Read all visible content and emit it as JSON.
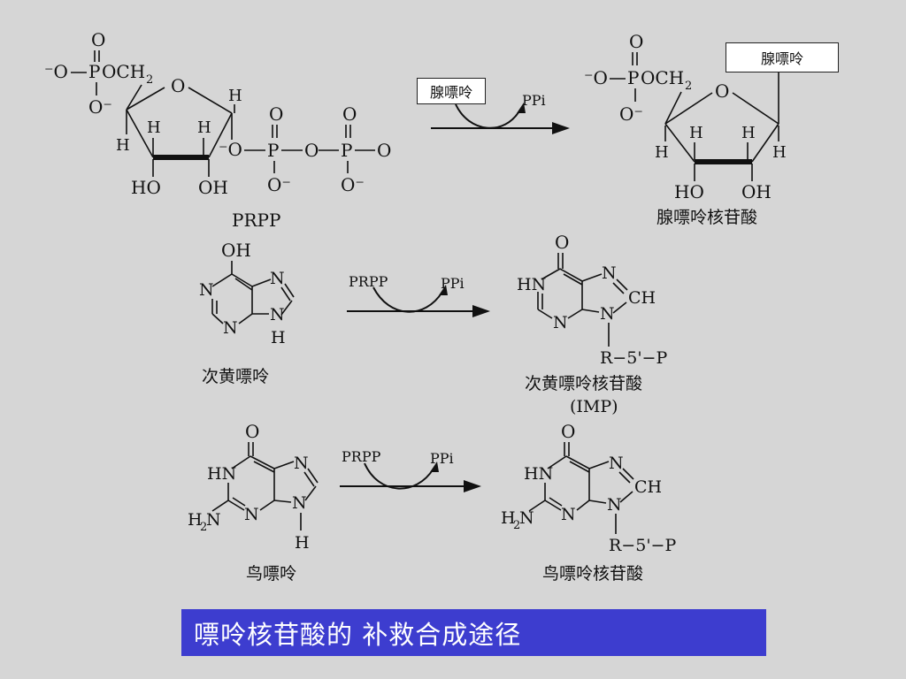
{
  "title": "嘌呤核苷酸的 补救合成途径",
  "reaction1": {
    "reactant_name": "PRPP",
    "enzyme_box": "腺嘌呤",
    "byproduct": "PPi",
    "product_box": "腺嘌呤",
    "product_name": "腺嘌呤核苷酸"
  },
  "reaction2": {
    "reactant_name": "次黄嘌呤",
    "cosubstrate": "PRPP",
    "byproduct": "PPi",
    "product_name": "次黄嘌呤核苷酸",
    "product_abbr": "(IMP)"
  },
  "reaction3": {
    "reactant_name": "鸟嘌呤",
    "cosubstrate": "PRPP",
    "byproduct": "PPi",
    "product_name": "鸟嘌呤核苷酸"
  },
  "atoms": {
    "minus_o": "⁻O",
    "o": "O",
    "o_minus": "O⁻",
    "p": "P",
    "och2": "OCH",
    "h": "H",
    "ho": "HO",
    "oh": "OH",
    "n": "N",
    "hn": "HN",
    "ch": "CH",
    "h2n": "H",
    "r5p": "R−5'−P",
    "ring_o_minus_o": "⁻O",
    "sub2": "2",
    "nh": "N"
  },
  "colors": {
    "background": "#d6d6d6",
    "title_bar": "#3d3dcf",
    "title_text": "#ffffff"
  }
}
